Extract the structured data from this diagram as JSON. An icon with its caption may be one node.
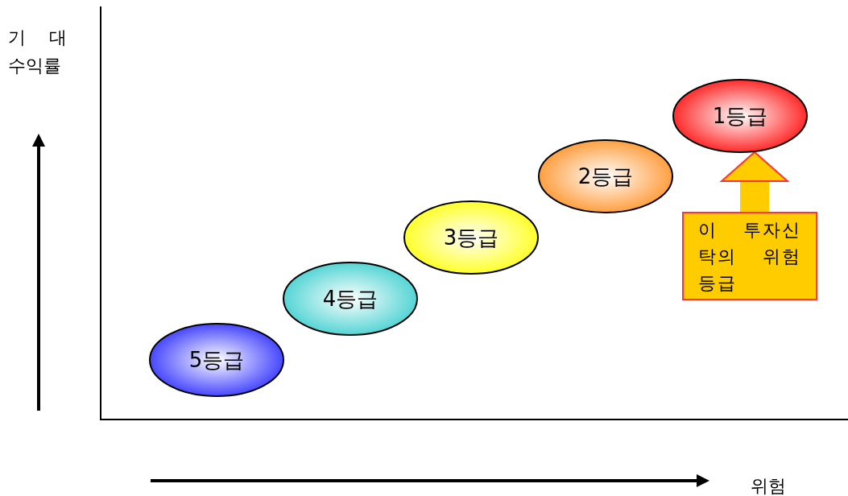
{
  "diagram": {
    "nodes": [
      {
        "text": [
          "1등급"
        ]
      },
      {
        "text": [
          "2등급"
        ]
      },
      {
        "text": [
          "3등급"
        ]
      },
      {
        "text": [
          "4등급"
        ]
      },
      {
        "text": [
          "5등급"
        ]
      },
      {
        "text": [
          "이 투자신탁의 위험 등급"
        ]
      }
    ],
    "edges": [
      {
        "from": 5,
        "to": 0,
        "arrow": "to"
      }
    ],
    "labels": [
      "기 대",
      "수익률",
      "위험"
    ]
  }
}
